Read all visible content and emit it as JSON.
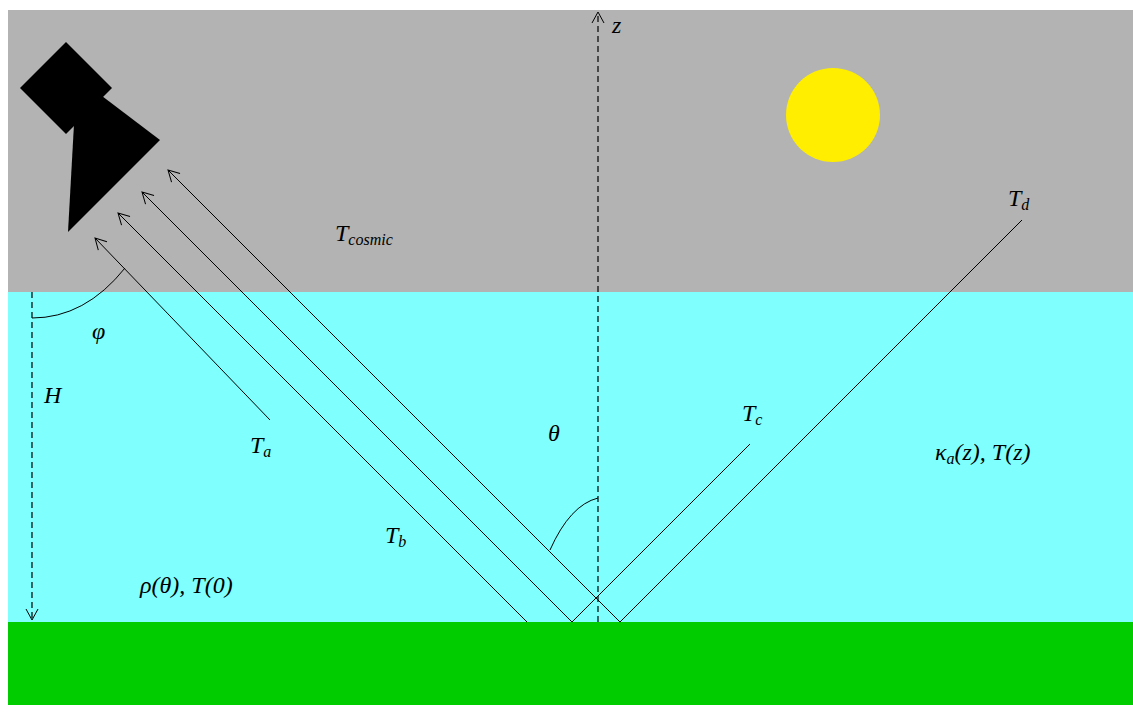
{
  "diagram": {
    "nodes": [
      {
        "text": [
          "Tcosmic"
        ]
      },
      {
        "text": [
          "κa(z), T(z)"
        ]
      }
    ],
    "labels": [
      "z",
      "φ",
      "H",
      "Ta",
      "Tb",
      "θ",
      "Tc",
      "Td",
      "ρ(θ), T(0)"
    ]
  }
}
